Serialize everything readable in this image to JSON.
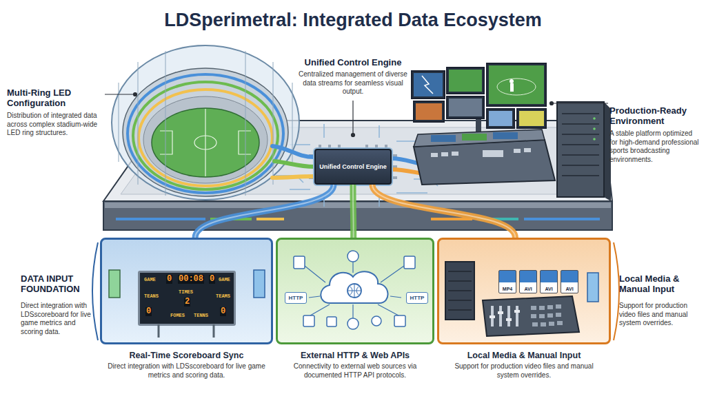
{
  "diagram": {
    "title": "LDSperimetral: Integrated Data Ecosystem",
    "nodes": [
      {
        "text": [
          "Unified Control Engine"
        ]
      },
      {
        "text": [
          "Real-Time Scoreboard Sync",
          "Direct integration with LDSscoreboard for live game metrics and scoring data."
        ]
      },
      {
        "text": [
          "GAME",
          "0",
          "00:08",
          "0",
          "GAME",
          "TEANS",
          "TIMES",
          "2",
          "TEAMS",
          "0",
          "FOMES",
          "TENNS",
          "0"
        ],
        "in": 1
      },
      {
        "text": [
          "External HTTP & Web APIs",
          "Connectivity to external web sources via documented HTTP API protocols."
        ]
      },
      {
        "text": [
          "HTTP"
        ],
        "in": 3
      },
      {
        "text": [
          "HTTP"
        ],
        "in": 3
      },
      {
        "text": [
          "Local Media & Manual Input",
          "Support for production video files and manual system overrides."
        ]
      },
      {
        "text": [
          "MP4"
        ],
        "in": 6
      },
      {
        "text": [
          "AVI"
        ],
        "in": 6
      },
      {
        "text": [
          "AVI"
        ],
        "in": 6
      },
      {
        "text": [
          "AVI"
        ],
        "in": 6
      }
    ],
    "edges": [
      {
        "from": 0,
        "to": 1,
        "arrow": "none"
      },
      {
        "from": 0,
        "to": 3,
        "arrow": "none"
      },
      {
        "from": 0,
        "to": 6,
        "arrow": "none"
      }
    ],
    "labels": [
      "Multi-Ring LED Configuration",
      "Distribution of integrated data across complex stadium-wide LED ring structures.",
      "Unified Control Engine",
      "Centralized management of diverse data streams for seamless visual output.",
      "Production-Ready Environment",
      "A stable platform optimized for high-demand professional sports broadcasting environments.",
      "DATA INPUT FOUNDATION",
      "Direct integration with LDSscoreboard for live game metrics and scoring data.",
      "Local Media & Manual Input",
      "Support for production video files and manual system overrides."
    ]
  }
}
